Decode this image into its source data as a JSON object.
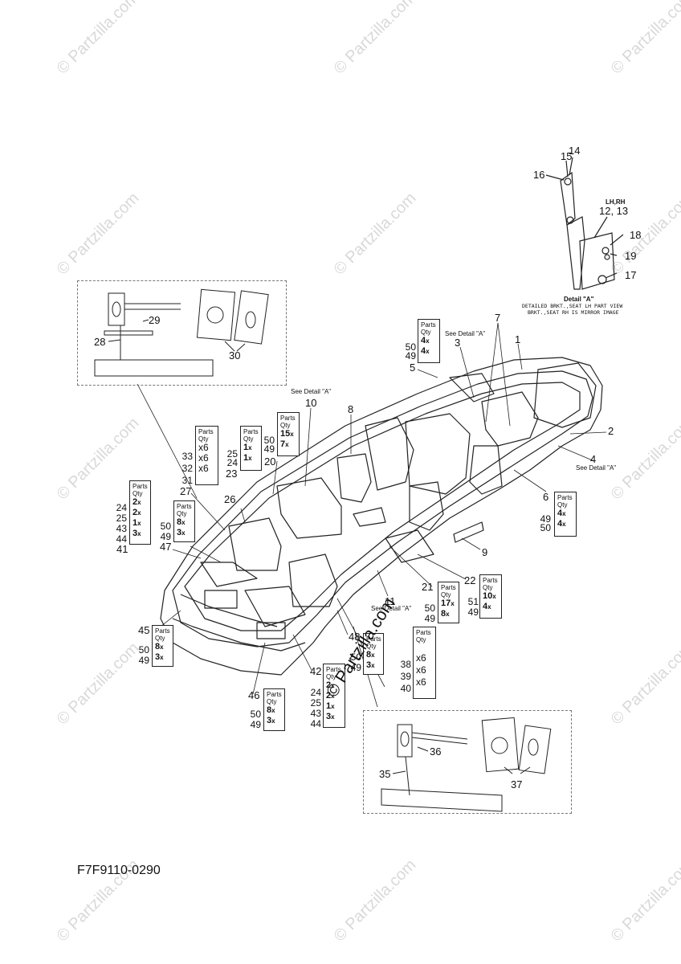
{
  "watermark": "© Partzilla.com",
  "diagram_code": "F7F9110-0290",
  "detail_a": {
    "title": "Detail \"A\"",
    "note1": "DETAILED BRKT.,SEAT LH PART VIEW",
    "note2": "BRKT.,SEAT RH IS MIRROR IMAGE",
    "lhrh": "LH,RH",
    "n15": "15",
    "n14": "14",
    "n16": "16",
    "n1213": "12, 13",
    "n18": "18",
    "n19": "19",
    "n17": "17"
  },
  "see_detail_a": "See Detail \"A\"",
  "parts_hdr": "Parts",
  "qty_hdr": "Qty",
  "numbers": {
    "n1": "1",
    "n2": "2",
    "n3": "3",
    "n4": "4",
    "n5": "5",
    "n6": "6",
    "n7": "7",
    "n8": "8",
    "n9": "9",
    "n10": "10",
    "n11": "11",
    "n20": "20",
    "n21": "21",
    "n22": "22",
    "n23": "23",
    "n26": "26",
    "n27": "27",
    "n28": "28",
    "n29": "29",
    "n30": "30",
    "n35": "35",
    "n36": "36",
    "n37": "37",
    "n41": "41",
    "n42": "42",
    "n45": "45",
    "n46": "46",
    "n47": "47",
    "n48": "48"
  },
  "qty_boxes": {
    "b_top": {
      "ids": "50\n49",
      "vals": [
        "4",
        "4"
      ]
    },
    "b6": {
      "ids": "49\n50",
      "vals": [
        "4",
        "4"
      ]
    },
    "b10": {
      "ids": "50\n49",
      "vals": [
        "15",
        "7"
      ]
    },
    "b25": {
      "ids": "25\n24",
      "vals": [
        "1",
        "1"
      ]
    },
    "b33": {
      "ids": "33\n32\n31",
      "vals": [
        "x6",
        "x6",
        "x6"
      ]
    },
    "b24": {
      "ids": "24\n25\n43\n44",
      "vals": [
        "2",
        "2",
        "1",
        "3"
      ]
    },
    "b50a": {
      "ids": "50\n49",
      "vals": [
        "8",
        "3"
      ]
    },
    "b45": {
      "ids": "50\n49",
      "vals": [
        "8",
        "3"
      ]
    },
    "b21": {
      "ids": "50\n49",
      "vals": [
        "17",
        "8"
      ]
    },
    "b22": {
      "ids": "51\n49",
      "vals": [
        "10",
        "4"
      ]
    },
    "b48": {
      "ids": "50\n49",
      "vals": [
        "8",
        "3"
      ]
    },
    "b38": {
      "ids": "38\n39\n40",
      "vals": [
        "x6",
        "x6",
        "x6"
      ]
    },
    "b42": {
      "ids": "24\n25\n43\n44",
      "vals": [
        "2",
        "2",
        "1",
        "3"
      ]
    },
    "b46": {
      "ids": "50\n49",
      "vals": [
        "8",
        "3"
      ]
    }
  },
  "x": "x"
}
